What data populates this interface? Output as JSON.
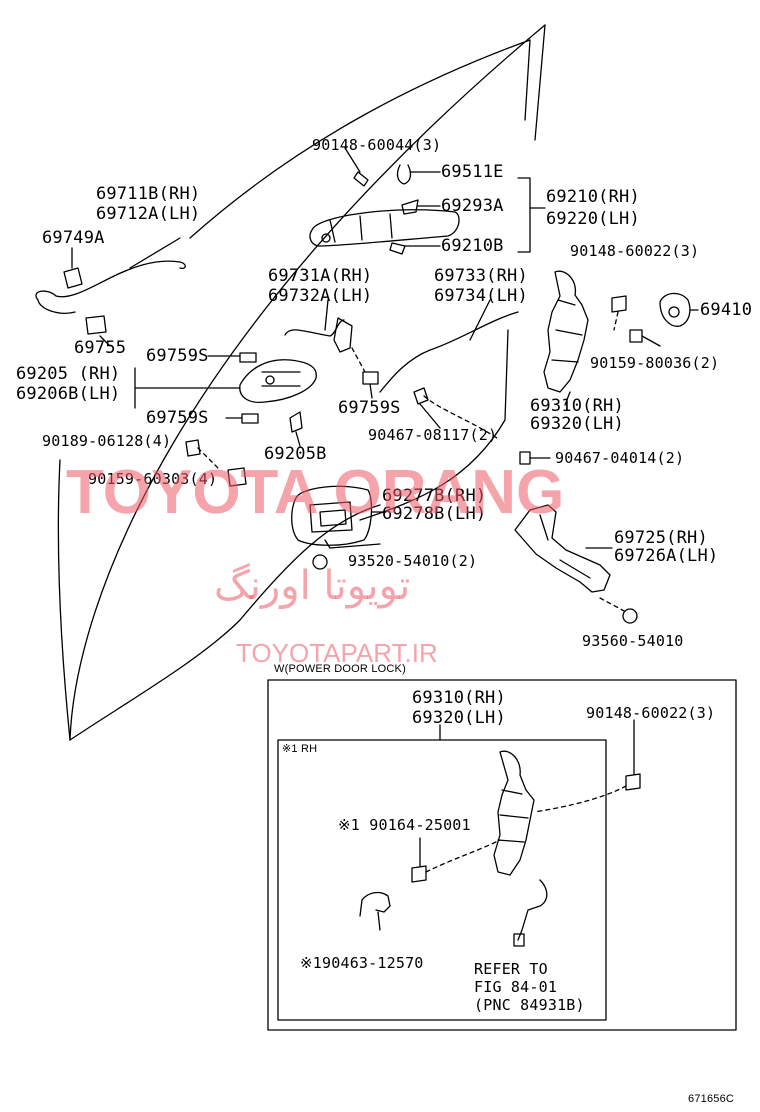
{
  "labels": {
    "p90148_60044": "90148-60044(3)",
    "p69511e": "69511E",
    "p69293a": "69293A",
    "p69210rh": "69210(RH)",
    "p69220lh": "69220(LH)",
    "p69210b": "69210B",
    "p69711b": "69711B(RH)",
    "p69712a": "69712A(LH)",
    "p69749a": "69749A",
    "p69755": "69755",
    "p90148_60022a": "90148-60022(3)",
    "p69410": "69410",
    "p69731a": "69731A(RH)",
    "p69732a": "69732A(LH)",
    "p69733": "69733(RH)",
    "p69734": "69734(LH)",
    "p90159_80036": "90159-80036(2)",
    "p69759s_a": "69759S",
    "p69205": "69205 (RH)",
    "p69206b": "69206B(LH)",
    "p69759s_b": "69759S",
    "p69759s_c": "69759S",
    "p69310a": "69310(RH)",
    "p69320a": "69320(LH)",
    "p90189": "90189-06128(4)",
    "p69205b": "69205B",
    "p90467_08117": "90467-08117(2)",
    "p90467_04014": "90467-04014(2)",
    "p90159_60303": "90159-60303(4)",
    "p69277b": "69277B(RH)",
    "p69278b": "69278B(LH)",
    "p69725": "69725(RH)",
    "p69726a": "69726A(LH)",
    "p93520": "93520-54010(2)",
    "p93560": "93560-54010",
    "inset_title": "W(POWER DOOR LOCK)",
    "p69310b": "69310(RH)",
    "p69320b": "69320(LH)",
    "p90148_60022b": "90148-60022(3)",
    "rh_note": "※1 RH",
    "p90164": "※1 90164-25001",
    "p90463": "※190463-12570",
    "refer1": "REFER TO",
    "refer2": "FIG 84-01",
    "refer3": "(PNC 84931B)",
    "fig_code": "671656C"
  },
  "watermark": {
    "main": "TOYOTA ORANG",
    "persian": "تویوتا اورنگ",
    "url": "TOYOTAPART.IR",
    "color": "#eb5a64"
  }
}
